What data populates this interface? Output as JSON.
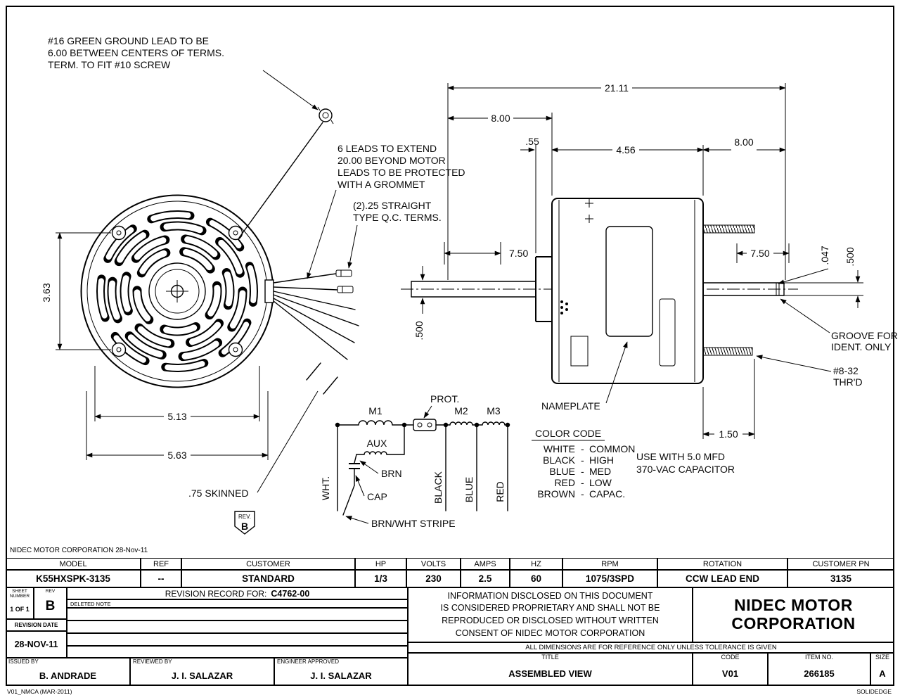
{
  "sheet": {
    "header_note": "NIDEC MOTOR CORPORATION 28-Nov-11",
    "footer_left": "V01_NMCA (MAR-2011)",
    "footer_right": "SOLIDEDGE"
  },
  "notes": {
    "ground_lead": [
      "#16 GREEN GROUND LEAD TO BE",
      "6.00 BETWEEN CENTERS OF TERMS.",
      "TERM. TO FIT #10 SCREW"
    ],
    "leads_extend": [
      "6 LEADS TO EXTEND",
      "20.00 BEYOND MOTOR",
      "LEADS TO BE PROTECTED",
      "WITH A GROMMET"
    ],
    "qc_terms": [
      "(2).25 STRAIGHT",
      "TYPE Q.C. TERMS."
    ],
    "skinned": ".75 SKINNED",
    "rev_word": "REV.",
    "rev_letter": "B",
    "nameplate": "NAMEPLATE",
    "groove": [
      "GROOVE FOR",
      "IDENT. ONLY"
    ],
    "thread": [
      "#8-32",
      "THR'D"
    ],
    "capacitor": [
      "USE WITH 5.0 MFD",
      "370-VAC CAPACITOR"
    ]
  },
  "dims": {
    "overall": "21.11",
    "left8": "8.00",
    "hub55": ".55",
    "body456": "4.56",
    "right8": "8.00",
    "left750": "7.50",
    "right750": "7.50",
    "groove047": ".047",
    "shaft500r": ".500",
    "shaft500l": ".500",
    "bolt363": "3.63",
    "dia513": "5.13",
    "dia563": "5.63",
    "stud150": "1.50"
  },
  "schematic": {
    "m1": "M1",
    "m2": "M2",
    "m3": "M3",
    "prot": "PROT.",
    "aux": "AUX",
    "brn": "BRN",
    "cap": "CAP",
    "brn_wht": "BRN/WHT STRIPE",
    "wht": "WHT.",
    "black": "BLACK",
    "blue": "BLUE",
    "red": "RED"
  },
  "color_code": {
    "title": "COLOR CODE",
    "sep": "-",
    "rows": [
      {
        "color": "WHITE",
        "value": "COMMON"
      },
      {
        "color": "BLACK",
        "value": "HIGH"
      },
      {
        "color": "BLUE",
        "value": "MED"
      },
      {
        "color": "RED",
        "value": "LOW"
      },
      {
        "color": "BROWN",
        "value": "CAPAC."
      }
    ]
  },
  "spec": {
    "headers": [
      "MODEL",
      "REF",
      "CUSTOMER",
      "HP",
      "VOLTS",
      "AMPS",
      "HZ",
      "RPM",
      "ROTATION",
      "CUSTOMER PN"
    ],
    "values": [
      "K55HXSPK-3135",
      "--",
      "STANDARD",
      "1/3",
      "230",
      "2.5",
      "60",
      "1075/3SPD",
      "CCW LEAD END",
      "3135"
    ]
  },
  "title_block": {
    "sheet_label": "SHEET NUMBER",
    "sheet_value": "1 OF 1",
    "rev_label": "REV",
    "rev_value": "B",
    "revision_record_label": "REVISION RECORD FOR:",
    "revision_record_value": "C4762-00",
    "deleted_note": "DELETED NOTE",
    "revision_date_label": "REVISION DATE",
    "revision_date_value": "28-NOV-11",
    "issued_label": "ISSUED BY",
    "issued_value": "B. ANDRADE",
    "reviewed_label": "REVIEWED BY",
    "reviewed_value": "J. I. SALAZAR",
    "approved_label": "ENGINEER APPROVED",
    "approved_value": "J. I. SALAZAR",
    "proprietary": [
      "INFORMATION DISCLOSED ON THIS DOCUMENT",
      "IS CONSIDERED PROPRIETARY AND SHALL NOT BE",
      "REPRODUCED OR DISCLOSED WITHOUT WRITTEN",
      "CONSENT OF NIDEC MOTOR CORPORATION"
    ],
    "company": [
      "NIDEC MOTOR",
      "CORPORATION"
    ],
    "tolerance_note": "ALL DIMENSIONS ARE FOR REFERENCE ONLY UNLESS TOLERANCE IS GIVEN",
    "title_label": "TITLE",
    "title_value": "ASSEMBLED VIEW",
    "code_label": "CODE",
    "code_value": "V01",
    "item_label": "ITEM NO.",
    "item_value": "266185",
    "size_label": "SIZE",
    "size_value": "A"
  }
}
